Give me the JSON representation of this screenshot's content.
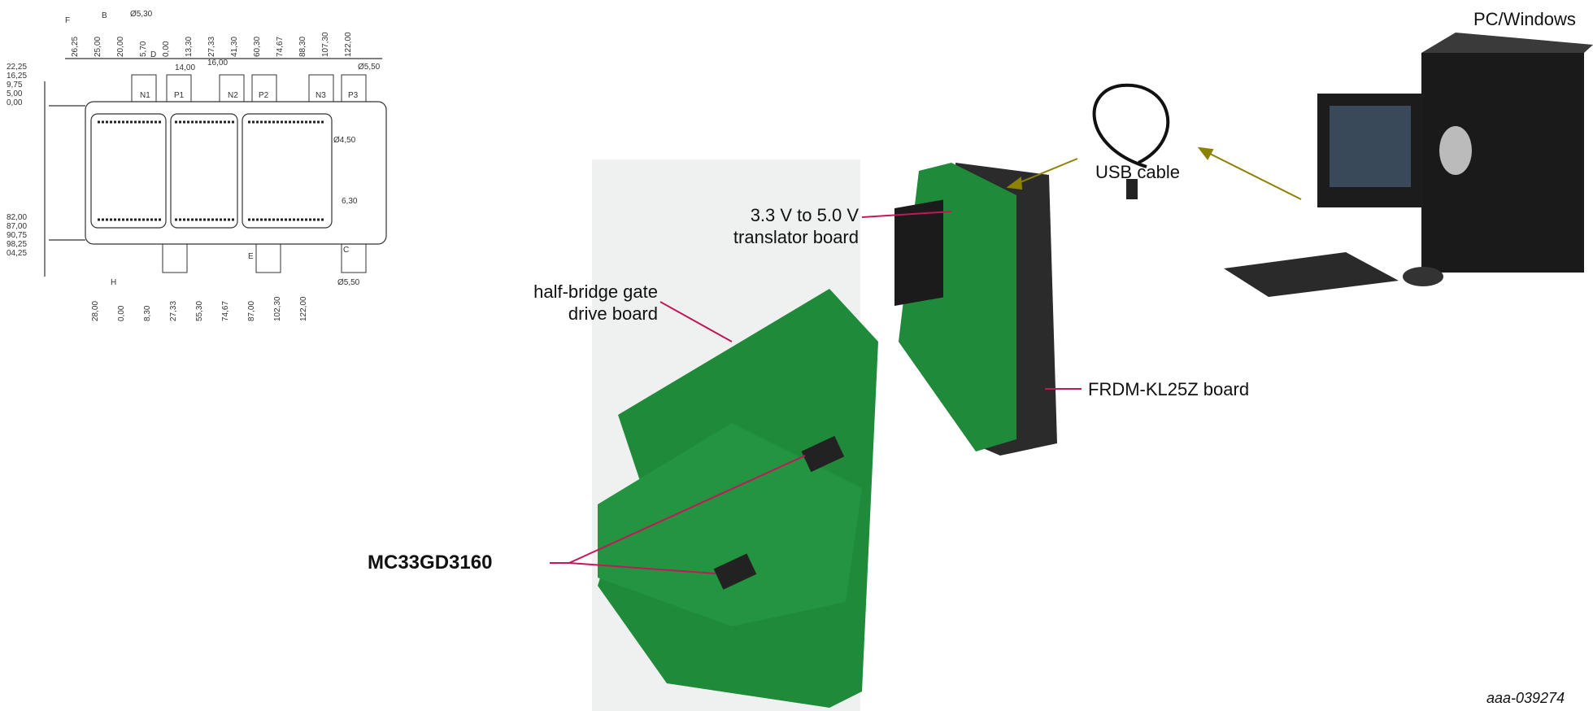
{
  "labels": {
    "pc": "PC/Windows",
    "usb": "USB cable",
    "translator_line1": "3.3 V to 5.0 V",
    "translator_line2": "translator board",
    "halfbridge_line1": "half-bridge gate",
    "halfbridge_line2": "drive board",
    "frdm": "FRDM-KL25Z board",
    "chip": "MC33GD3160",
    "figure_id": "aaa-039274"
  },
  "drawing": {
    "terminals": [
      "N1",
      "P1",
      "N2",
      "P2",
      "N3",
      "P3"
    ],
    "top_dims": [
      "26,25",
      "25,00",
      "20,00",
      "5,70",
      "0,00",
      "13,30",
      "27,33",
      "41,30",
      "60,30",
      "74,67",
      "88,30",
      "107,30",
      "122,00"
    ],
    "left_dims": [
      "22,25",
      "16,25",
      "9,75",
      "5,00",
      "0,00",
      "82,00",
      "87,00",
      "90,75",
      "98,25",
      "04,25"
    ],
    "bottom_dims": [
      "28,00",
      "0,00",
      "8,30",
      "27,33",
      "55,30",
      "74,67",
      "87,00",
      "102,30",
      "122,00"
    ],
    "misc": [
      "Ø5,30",
      "14,00",
      "16,00",
      "Ø5,50",
      "Ø4,50",
      "6,30",
      "Ø5,50",
      "B",
      "F",
      "D",
      "E",
      "H",
      "C"
    ]
  },
  "colors": {
    "leader": "#c2185b",
    "arrow": "#8c8200",
    "pcb": "#1f8a3a",
    "photo_bg": "#eef1f0"
  }
}
